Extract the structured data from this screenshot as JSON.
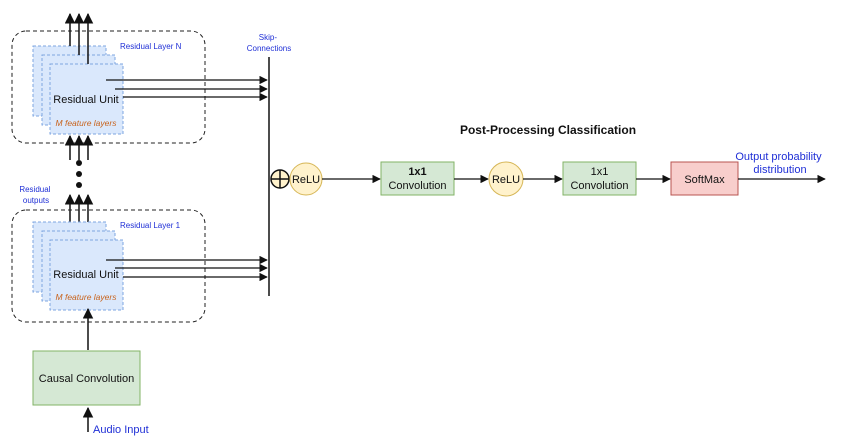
{
  "colors": {
    "unit_fill": "#dae8fc",
    "unit_stroke": "#7ea6e0",
    "green_fill": "#d5e8d4",
    "green_stroke": "#82b366",
    "relu_fill": "#fff2cc",
    "relu_stroke": "#d6b656",
    "softmax_fill": "#f8cecc",
    "softmax_stroke": "#b85450",
    "blue_text": "#1f2fd6",
    "orange_text": "#c8641e"
  },
  "layers": {
    "top_label": "Residual Layer N",
    "bottom_label": "Residual Layer 1",
    "unit_label": "Residual Unit",
    "feature_label": "M feature layers"
  },
  "labels": {
    "residual_outputs": "Residual outputs",
    "skip_connections": "Skip-Connections",
    "causal_conv": "Causal Convolution",
    "audio_input": "Audio Input",
    "post_title": "Post-Processing Classification",
    "relu": "ReLU",
    "conv_1x1_bold": "1x1",
    "conv_label": "Convolution",
    "conv2_1x1": "1x1",
    "softmax": "SoftMax",
    "output": "Output probability distribution"
  }
}
